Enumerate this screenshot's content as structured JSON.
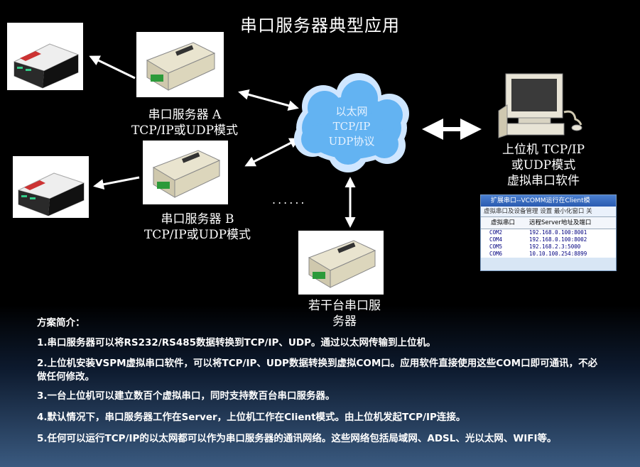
{
  "title": "串口服务器典型应用",
  "cloud": {
    "line1": "以太网",
    "line2": "TCP/IP",
    "line3": "UDP协议"
  },
  "server_a": {
    "line1": "串口服务器 A",
    "line2": "TCP/IP或UDP模式"
  },
  "server_b": {
    "line1": "串口服务器 B",
    "line2": "TCP/IP或UDP模式"
  },
  "servers_many": {
    "line1": "若干台串口服",
    "line2": "务器"
  },
  "host": {
    "line1": "上位机 TCP/IP",
    "line2": "或UDP模式",
    "line3": "虚拟串口软件"
  },
  "ellipsis": "......",
  "software": {
    "window_title": "扩展串口--VCOMM运行在Client模",
    "menu": "虚拟串口及设备管理  设置  最小化窗口  关",
    "col1": "虚拟串口",
    "col2": "远程Server地址及端口",
    "rows": [
      {
        "port": "COM2",
        "addr": "192.168.0.100:8001"
      },
      {
        "port": "COM4",
        "addr": "192.168.0.100:8002"
      },
      {
        "port": "COM5",
        "addr": "192.168.2.3:5000"
      },
      {
        "port": "COM6",
        "addr": "10.10.100.254:8899"
      }
    ]
  },
  "summary": {
    "heading": "方案简介：",
    "p1": "1.串口服务器可以将RS232/RS485数据转换到TCP/IP、UDP。通过以太网传输到上位机。",
    "p2": "2.上位机安装VSPM虚拟串口软件，可以将TCP/IP、UDP数据转换到虚拟COM口。应用软件直接使用这些COM口即可通讯，不必做任何修改。",
    "p3": "3.一台上位机可以建立数百个虚拟串口，同时支持数百台串口服务器。",
    "p4": "4.默认情况下，串口服务器工作在Server，上位机工作在Client模式。由上位机发起TCP/IP连接。",
    "p5": "5.任何可以运行TCP/IP的以太网都可以作为串口服务器的通讯网络。这些网络包括局域网、ADSL、光以太网、WIFI等。"
  }
}
